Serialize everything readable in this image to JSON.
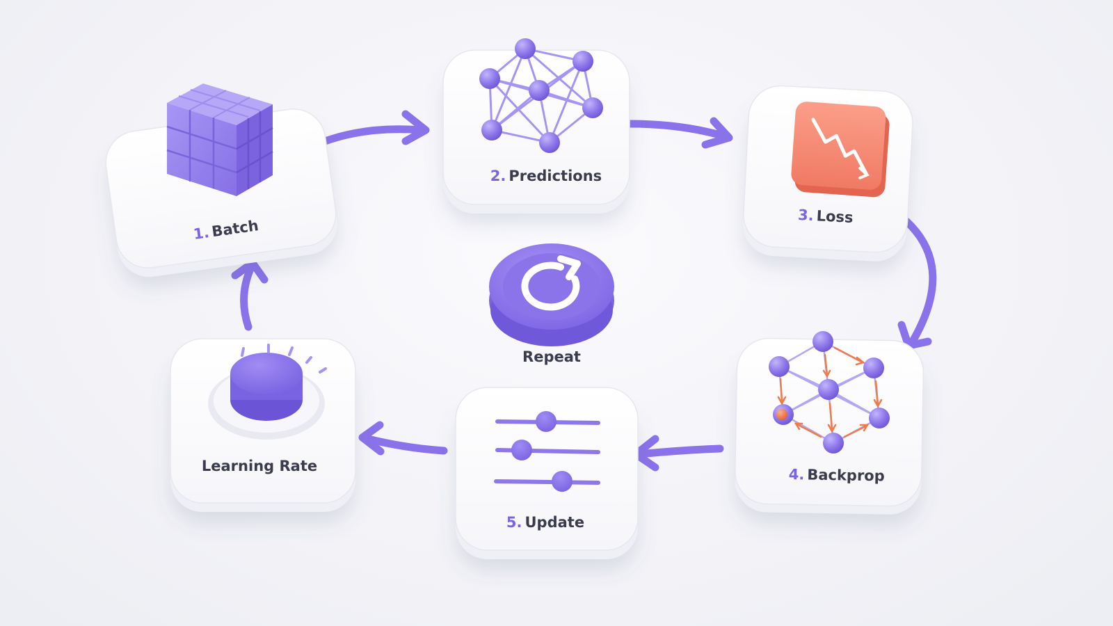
{
  "diagram": {
    "steps": [
      {
        "id": "batch",
        "number": "1.",
        "label": "Batch",
        "icon": "cube-grid-icon"
      },
      {
        "id": "predictions",
        "number": "2.",
        "label": "Predictions",
        "icon": "network-icon"
      },
      {
        "id": "loss",
        "number": "3.",
        "label": "Loss",
        "icon": "loss-chart-icon"
      },
      {
        "id": "backprop",
        "number": "4.",
        "label": "Backprop",
        "icon": "backprop-network-icon"
      },
      {
        "id": "update",
        "number": "5.",
        "label": "Update",
        "icon": "sliders-icon"
      }
    ],
    "learning_rate": {
      "label": "Learning Rate",
      "icon": "dial-knob-icon"
    },
    "center": {
      "label": "Repeat",
      "icon": "refresh-icon"
    },
    "colors": {
      "accent": "#8a72ea",
      "accent_dark": "#6f57d8",
      "loss": "#f4826c",
      "backprop_arrow": "#f07a4a",
      "text": "#3a3b4d",
      "card": "#ffffff"
    }
  }
}
